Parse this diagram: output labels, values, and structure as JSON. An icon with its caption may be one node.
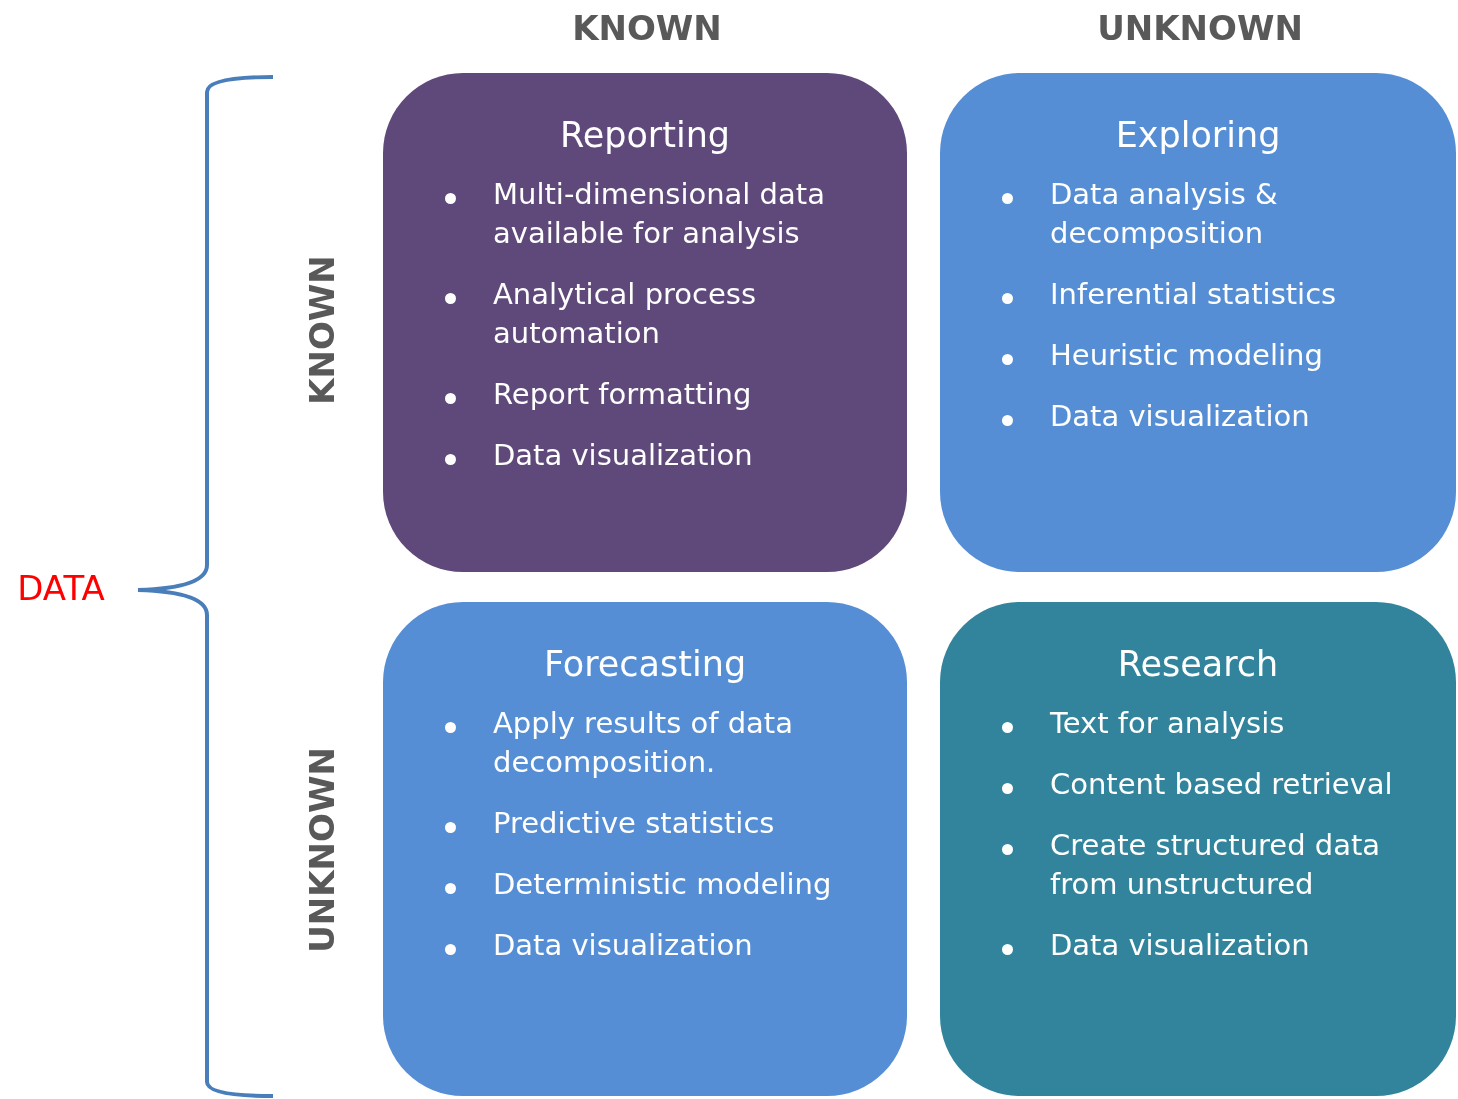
{
  "diagram": {
    "nodes": [
      {
        "text": [
          "Reporting",
          "Multi-dimensional data available for analysis",
          "Analytical process automation",
          "Report formatting",
          "Data visualization"
        ]
      },
      {
        "text": [
          "Exploring",
          "Data analysis & decomposition",
          "Inferential statistics",
          "Heuristic modeling",
          "Data visualization"
        ]
      },
      {
        "text": [
          "Forecasting",
          "Apply results of data decomposition.",
          "Predictive statistics",
          "Deterministic modeling",
          "Data visualization"
        ]
      },
      {
        "text": [
          "Research",
          "Text for analysis",
          "Content based retrieval",
          "Create structured data from unstructured",
          "Data visualization"
        ]
      }
    ],
    "labels": [
      "KNOWN",
      "UNKNOWN",
      "KNOWN",
      "UNKNOWN",
      "DATA"
    ]
  }
}
